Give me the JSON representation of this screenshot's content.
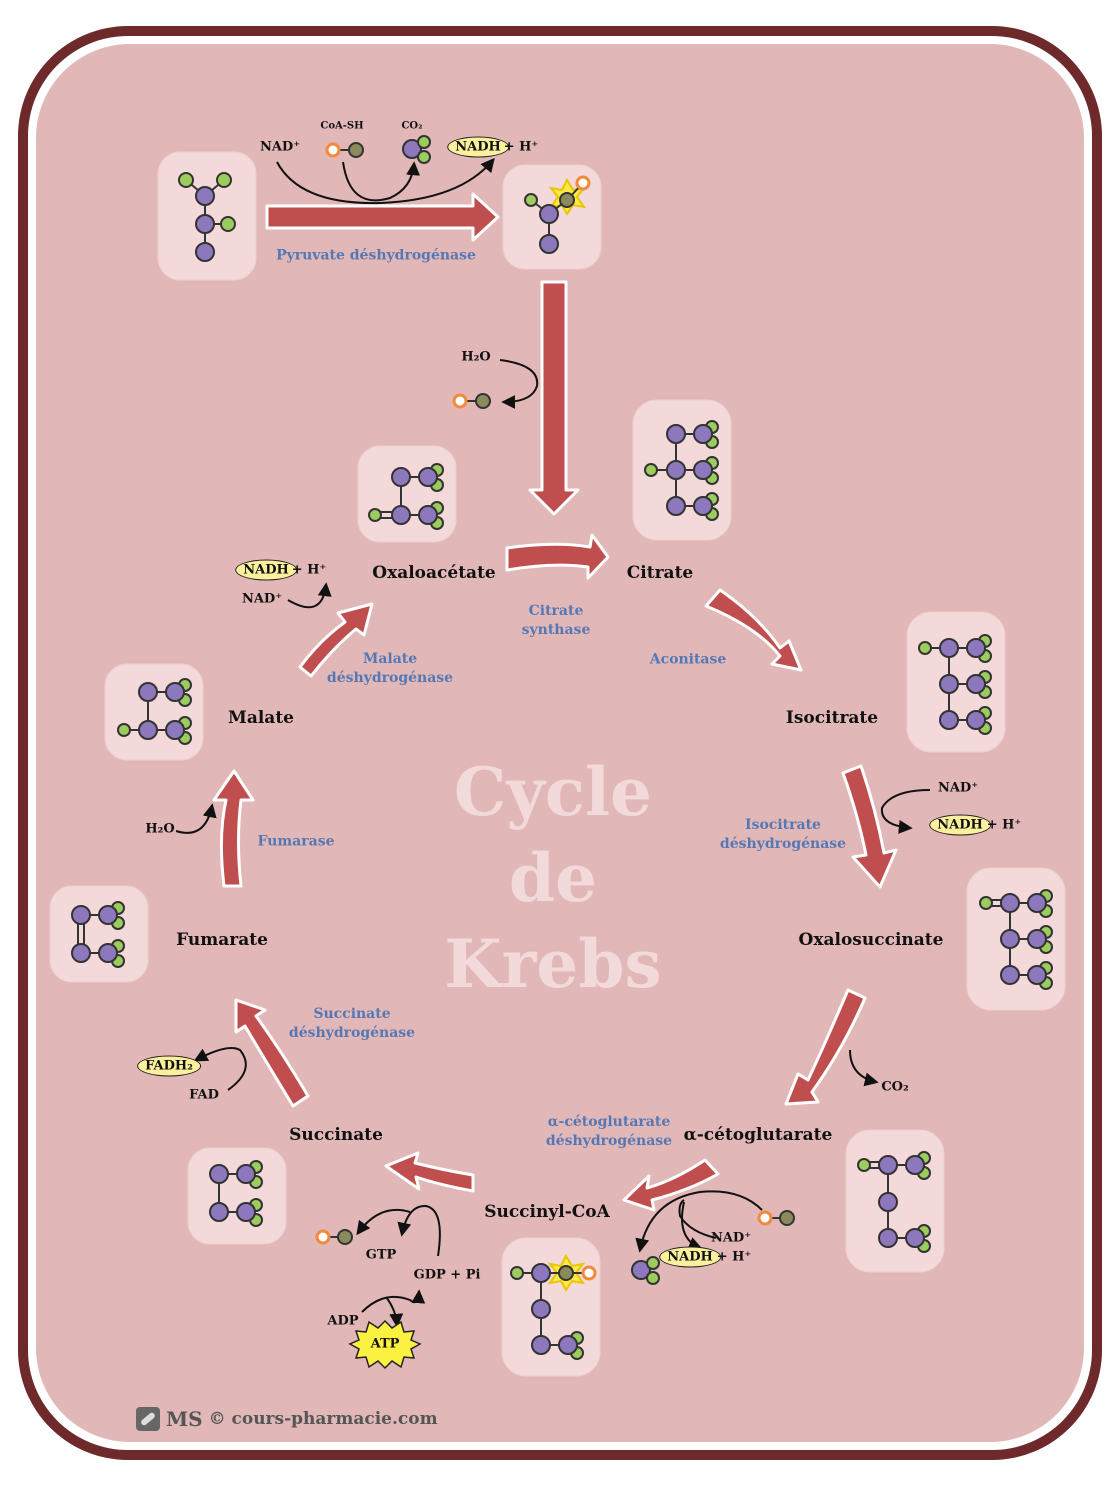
{
  "colors": {
    "border": "#6e2a2a",
    "background": "#e2b7b7",
    "arrow_fill": "#c04e4e",
    "enzyme_text": "#5578b4",
    "carbon": "#8e78bd",
    "oxygen": "#9ccc5e",
    "coenzyme_a": "#f08a3c",
    "nadh_fill": "#fbf19c"
  },
  "title": {
    "line1": "Cycle",
    "line2": "de",
    "line3": "Krebs"
  },
  "metabolites": {
    "oxaloacetate": "Oxaloacétate",
    "citrate": "Citrate",
    "isocitrate": "Isocitrate",
    "oxalosuccinate": "Oxalosuccinate",
    "alpha_ketoglutarate": "α-cétoglutarate",
    "succinyl_coa": "Succinyl-CoA",
    "succinate": "Succinate",
    "fumarate": "Fumarate",
    "malate": "Malate"
  },
  "enzymes": {
    "pyruvate_dh": "Pyruvate déshydrogénase",
    "citrate_synthase": [
      "Citrate",
      "synthase"
    ],
    "aconitase": "Aconitase",
    "isocitrate_dh": [
      "Isocitrate",
      "déshydrogénase"
    ],
    "akg_dh": [
      "α-cétoglutarate",
      "déshydrogénase"
    ],
    "succinate_dh": [
      "Succinate",
      "déshydrogénase"
    ],
    "fumarase": "Fumarase",
    "malate_dh": [
      "Malate",
      "déshydrogénase"
    ]
  },
  "cofactors": {
    "pdh_nad": "NAD⁺",
    "pdh_coash": "CoA-SH",
    "pdh_co2": "CO₂",
    "pdh_nadh": "NADH",
    "pdh_h": "+ H⁺",
    "cs_h2o": "H₂O",
    "idh_nad": "NAD⁺",
    "idh_nadh": "NADH",
    "idh_h": "+ H⁺",
    "os_co2": "CO₂",
    "akg_nad": "NAD⁺",
    "akg_nadh": "NADH",
    "akg_h": "+ H⁺",
    "scs_gtp": "GTP",
    "scs_gdp": "GDP + Pi",
    "scs_adp": "ADP",
    "scs_atp": "ATP",
    "sdh_fadh2": "FADH₂",
    "sdh_fad": "FAD",
    "fum_h2o": "H₂O",
    "mdh_nadh": "NADH",
    "mdh_h": "+ H⁺",
    "mdh_nad": "NAD⁺"
  },
  "footer": {
    "brand": "MS",
    "site": "© cours-pharmacie.com"
  }
}
